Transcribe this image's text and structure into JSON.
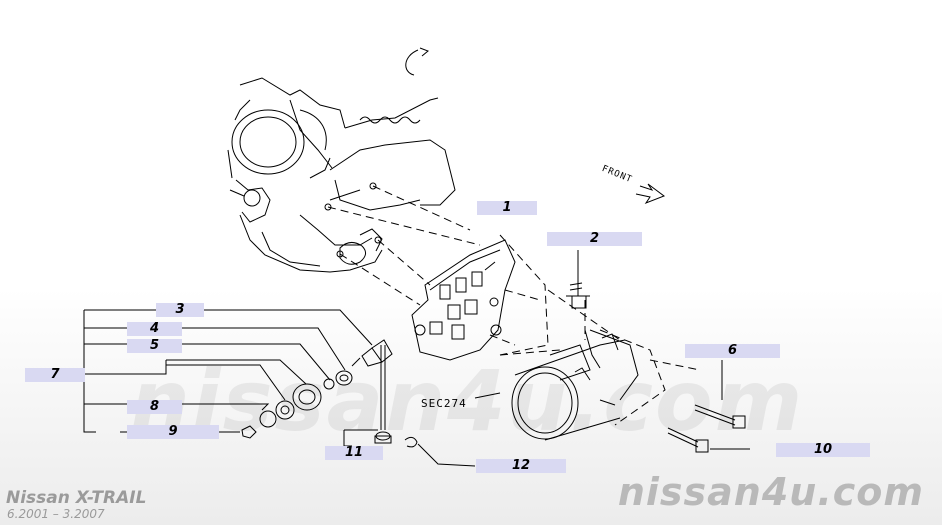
{
  "callouts": [
    "1",
    "2",
    "3",
    "4",
    "5",
    "6",
    "7",
    "8",
    "9",
    "10",
    "11",
    "12"
  ],
  "sec_label": "SEC274",
  "front_label": "FRONT",
  "watermark": "nissan4u.com",
  "footer": {
    "brand": "nissan4u.com",
    "model": "Nissan X-TRAIL",
    "dates": "6.2001 – 3.2007"
  },
  "colors": {
    "callout_bg": "#d9d9f2",
    "line": "#000000",
    "footer_text": "#9a9a9a"
  }
}
